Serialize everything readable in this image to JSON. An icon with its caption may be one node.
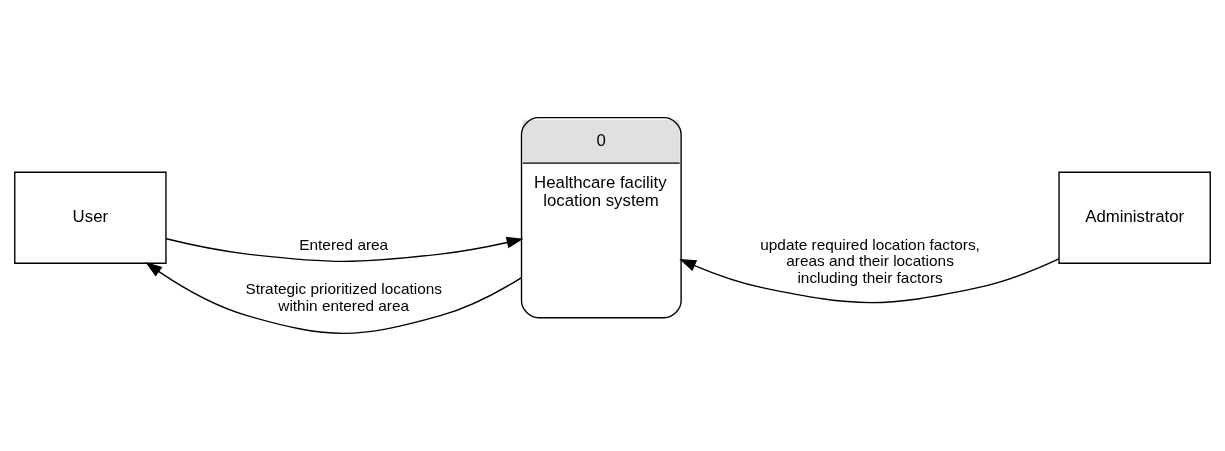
{
  "diagram": {
    "nodes": [
      {
        "text": [
          "User"
        ]
      },
      {
        "text": [
          "0",
          "Healthcare facility location system"
        ]
      },
      {
        "text": [
          "Administrator"
        ]
      }
    ],
    "edges": [
      {
        "from": 0,
        "to": 1,
        "arrow": "to",
        "label": "Entered area"
      },
      {
        "from": 2,
        "to": 1,
        "arrow": "to",
        "label": "update required location factors, areas and their locations including their factors"
      },
      {
        "from": 1,
        "to": 0,
        "arrow": "to",
        "label": "Strategic prioritized locations within entered area"
      }
    ]
  }
}
